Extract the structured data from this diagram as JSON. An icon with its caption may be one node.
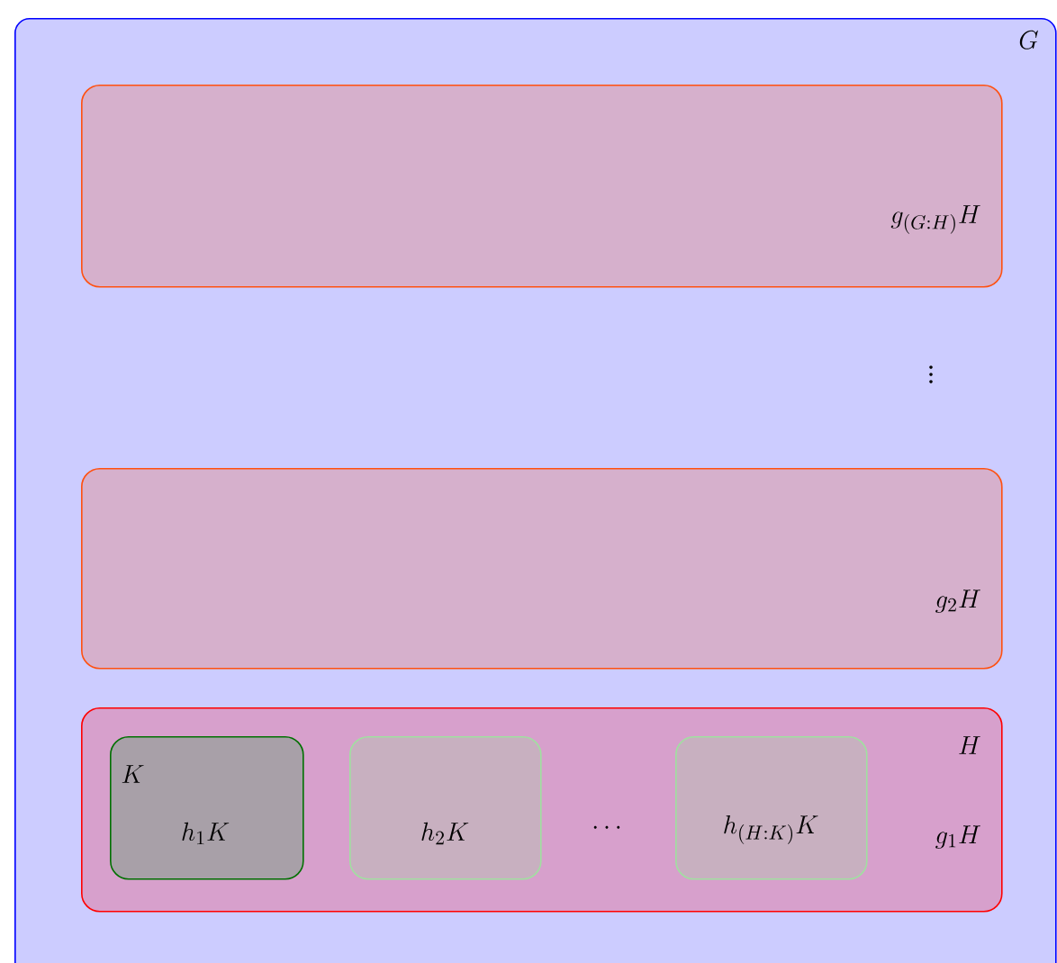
{
  "diagram": {
    "nodes": [
      {
        "text": [
          "G"
        ]
      },
      {
        "text": [
          "g_{(G:H)}H"
        ],
        "in": 0
      },
      {
        "text": [
          "g_2H"
        ],
        "in": 0
      },
      {
        "text": [
          "H",
          "g_1H"
        ],
        "in": 0
      },
      {
        "text": [
          "K",
          "h_1K"
        ],
        "in": 3
      },
      {
        "text": [
          "h_2K"
        ],
        "in": 3
      },
      {
        "text": [
          "h_{(H:K)}K"
        ],
        "in": 3
      }
    ],
    "labels": [
      "\\vdots",
      "\\cdots"
    ]
  }
}
